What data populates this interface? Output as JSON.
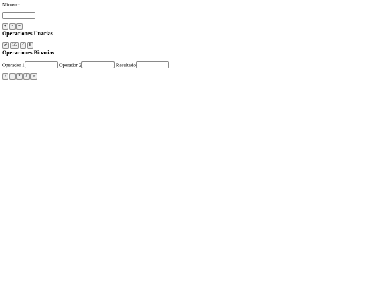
{
  "numero": {
    "label": "Número:",
    "value": ""
  },
  "numero_buttons": [
    "+",
    "-",
    "="
  ],
  "unarias": {
    "title": "Operaciones Unarias",
    "buttons": [
      "x²",
      "1/x",
      "√",
      "E"
    ]
  },
  "binarias": {
    "title": "Operaciones Binarias",
    "operador1_label": "Operador 1",
    "operador2_label": "Operador 2",
    "resultado_label": "Resultado",
    "buttons": [
      "+",
      "-",
      "*",
      "/",
      "xʸ"
    ]
  }
}
